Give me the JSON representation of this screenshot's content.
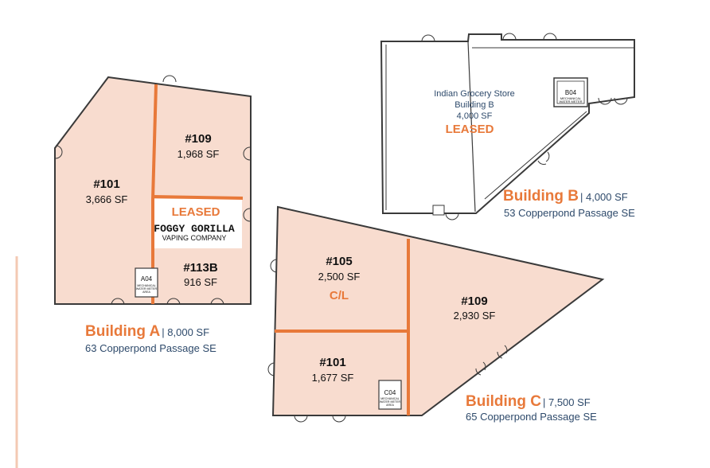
{
  "colors": {
    "unit_fill": "#f8dccf",
    "wall": "#3a3a3a",
    "divider": "#e8793a",
    "accent": "#e8793a",
    "navy": "#2e4a6b",
    "black": "#111111"
  },
  "building_a": {
    "name": "Building A",
    "size": "| 8,000 SF",
    "address": "63 Copperpond Passage SE",
    "units": [
      {
        "num": "#101",
        "sf": "3,666 SF"
      },
      {
        "num": "#109",
        "sf": "1,968 SF"
      },
      {
        "num": "#113B",
        "sf": "916 SF"
      }
    ],
    "leased": "LEASED",
    "tenant_line1": "FOGGY GORILLA",
    "tenant_line2": "VAPING COMPANY",
    "meter_code": "A04",
    "meter_line1": "MECHANICAL",
    "meter_line2": "WATER METER",
    "meter_line3": "AREA"
  },
  "building_b": {
    "name": "Building B",
    "size": "| 4,000 SF",
    "address": "53 Copperpond Passage SE",
    "tenant": "Indian Grocery Store",
    "tenant_building": "Building B",
    "tenant_sf": "4,000 SF",
    "leased": "LEASED",
    "meter_code": "B04",
    "meter_line1": "MECHANICAL",
    "meter_line2": "WATER METER"
  },
  "building_c": {
    "name": "Building C",
    "size": "| 7,500 SF",
    "address": "65 Copperpond Passage SE",
    "units": [
      {
        "num": "#105",
        "sf": "2,500 SF"
      },
      {
        "num": "#101",
        "sf": "1,677 SF"
      },
      {
        "num": "#109",
        "sf": "2,930 SF"
      }
    ],
    "status_105": "C/L",
    "meter_code": "C04",
    "meter_line1": "MECHANICAL",
    "meter_line2": "WATER METER",
    "meter_line3": "AREA"
  }
}
